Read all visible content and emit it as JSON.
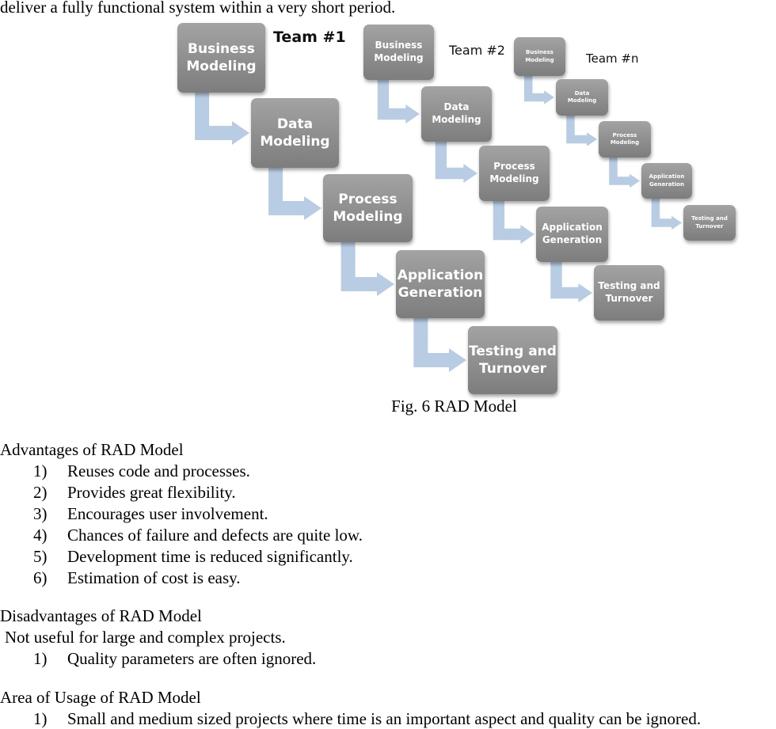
{
  "intro_line": "deliver a fully functional system within a very short period.",
  "figure": {
    "caption": "Fig. 6 RAD Model",
    "arrow_color": "#b8cce4",
    "box_color": "#8c8c8c",
    "teams": [
      {
        "label": "Team #1",
        "steps": [
          "Business\nModeling",
          "Data\nModeling",
          "Process\nModeling",
          "Application\nGeneration",
          "Testing and\nTurnover"
        ]
      },
      {
        "label": "Team #2",
        "steps": [
          "Business\nModeling",
          "Data\nModeling",
          "Process\nModeling",
          "Application\nGeneration",
          "Testing and\nTurnover"
        ]
      },
      {
        "label": "Team #n",
        "steps": [
          "Business\nModeling",
          "Data\nModeling",
          "Process\nModeling",
          "Application\nGeneration",
          "Testing and\nTurnover"
        ]
      }
    ]
  },
  "advantages": {
    "title": "Advantages of RAD Model",
    "items": [
      {
        "num": "1)",
        "text": "Reuses code and processes."
      },
      {
        "num": "2)",
        "text": "Provides great flexibility."
      },
      {
        "num": "3)",
        "text": "Encourages user involvement."
      },
      {
        "num": "4)",
        "text": "Chances of failure and defects are quite low."
      },
      {
        "num": "5)",
        "text": "Development time is reduced significantly."
      },
      {
        "num": "6)",
        "text": "Estimation of cost is easy."
      }
    ]
  },
  "disadvantages": {
    "title": "Disadvantages of RAD Model",
    "plain_line": "Not useful for large and complex projects.",
    "items": [
      {
        "num": "1)",
        "text": "Quality parameters are often ignored."
      }
    ]
  },
  "usage": {
    "title": "Area of Usage of RAD Model",
    "items": [
      {
        "num": "1)",
        "text": "Small and medium sized projects where time is an important aspect and quality can be ignored."
      }
    ]
  }
}
